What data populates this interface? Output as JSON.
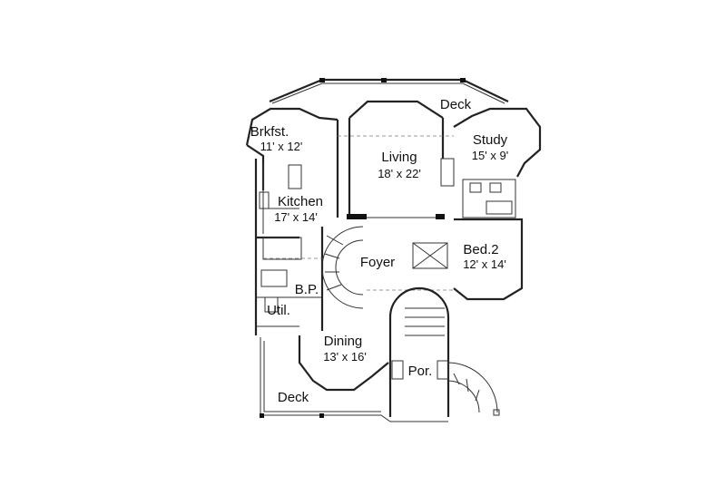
{
  "rooms": {
    "deck_top": {
      "name": "Deck"
    },
    "breakfast": {
      "name": "Brkfst.",
      "size": "11' x 12'"
    },
    "living": {
      "name": "Living",
      "size": "18' x 22'"
    },
    "study": {
      "name": "Study",
      "size": "15' x 9'"
    },
    "kitchen": {
      "name": "Kitchen",
      "size": "17' x 14'"
    },
    "foyer": {
      "name": "Foyer"
    },
    "bed2": {
      "name": "Bed.2",
      "size": "12' x 14'"
    },
    "bp": {
      "name": "B.P."
    },
    "util": {
      "name": "Util."
    },
    "dining": {
      "name": "Dining",
      "size": "13' x 16'"
    },
    "porch": {
      "name": "Por."
    },
    "deck_bottom": {
      "name": "Deck"
    }
  }
}
